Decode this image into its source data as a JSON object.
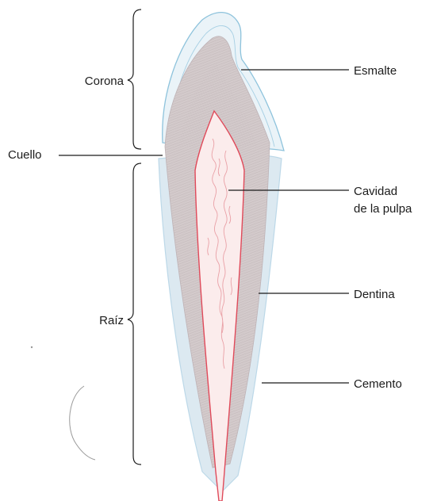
{
  "labels": {
    "corona": "Corona",
    "cuello": "Cuello",
    "raiz": "Raíz",
    "esmalte": "Esmalte",
    "cavidad_line1": "Cavidad",
    "cavidad_line2": "de la pulpa",
    "dentina": "Dentina",
    "cemento": "Cemento"
  },
  "colors": {
    "background": "#ffffff",
    "enamel_outline": "#8ec3dc",
    "dentin": "#cfc6c7",
    "dentin_hatch": "#b9adb0",
    "pulp_outline": "#e04a5a",
    "pulp_fill": "#fbecec",
    "cementum": "#bcd8e8",
    "label_text": "#1c1c1c",
    "leader_line": "#1a1a1a"
  }
}
